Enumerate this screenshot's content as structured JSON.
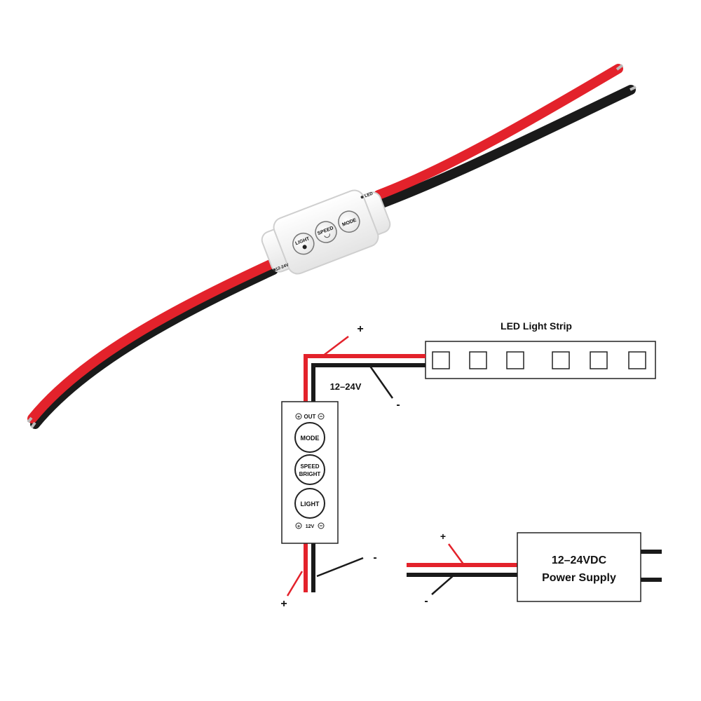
{
  "product": {
    "labels": {
      "led": "LED",
      "mode": "MODE",
      "speed": "SPEED",
      "light": "LIGHT",
      "voltage": "12-24V"
    }
  },
  "diagram": {
    "strip_title": "LED Light Strip",
    "strip_voltage": "12–24V",
    "plus_sign": "+",
    "minus_sign": "-",
    "controller": {
      "out_label": "OUT",
      "mode_button": "MODE",
      "speed_button_line1": "SPEED",
      "speed_button_line2": "BRIGHT",
      "light_button": "LIGHT",
      "in_label": "12V"
    },
    "power_supply": {
      "line1": "12–24VDC",
      "line2": "Power Supply"
    }
  },
  "colors": {
    "red_wire": "#e3222b",
    "black_wire": "#1a1a1a",
    "module_body": "#f4f4f4",
    "outline": "#222222"
  }
}
